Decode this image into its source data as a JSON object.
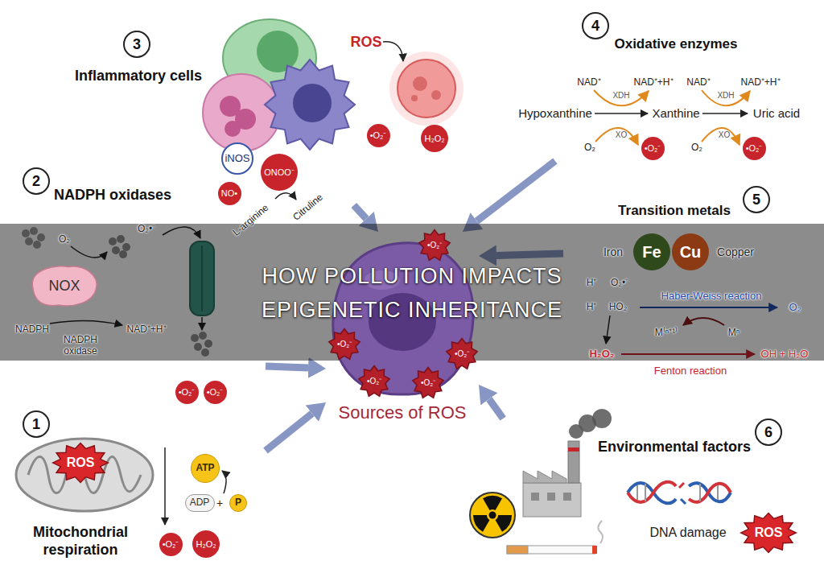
{
  "diagram": {
    "title": "HOW POLLUTION IMPACTS EPIGENETIC INHERITANCE",
    "nodes": [
      {
        "text": [
          "3",
          "Inflammatory cells"
        ]
      },
      {
        "text": [
          "iNOS"
        ],
        "in": 0
      },
      {
        "text": [
          "ONOO⁻"
        ],
        "in": 0
      },
      {
        "text": [
          "NO•"
        ],
        "in": 0
      },
      {
        "text": [
          "•O₂⁻"
        ],
        "in": 0
      },
      {
        "text": [
          "H₂O₂"
        ],
        "in": 0
      },
      {
        "text": [
          "4",
          "Oxidative enzymes"
        ]
      },
      {
        "text": [
          "•O₂⁻"
        ],
        "in": 6
      },
      {
        "text": [
          "•O₂⁻"
        ],
        "in": 6
      },
      {
        "text": [
          "2",
          "NADPH oxidases"
        ]
      },
      {
        "text": [
          "NOX"
        ],
        "in": 9
      },
      {
        "text": [
          "•O₂⁻"
        ],
        "in": 9
      },
      {
        "text": [
          "•O₂⁻"
        ],
        "in": 9
      },
      {
        "text": [
          "5",
          "Transition metals"
        ]
      },
      {
        "text": [
          "Fe"
        ],
        "in": 13
      },
      {
        "text": [
          "Cu"
        ],
        "in": 13
      },
      {
        "text": [
          "Sources of ROS"
        ]
      },
      {
        "text": [
          "•O₂⁻"
        ],
        "in": 16
      },
      {
        "text": [
          "•O₂⁻"
        ],
        "in": 16
      },
      {
        "text": [
          "•O₂⁻"
        ],
        "in": 16
      },
      {
        "text": [
          "•O₂⁻"
        ],
        "in": 16
      },
      {
        "text": [
          "•O₂⁻"
        ],
        "in": 16
      },
      {
        "text": [
          "1",
          "Mitochondrial respiration"
        ]
      },
      {
        "text": [
          "ROS"
        ],
        "in": 22
      },
      {
        "text": [
          "ATP"
        ],
        "in": 22
      },
      {
        "text": [
          "ADP"
        ],
        "in": 22
      },
      {
        "text": [
          "P"
        ],
        "in": 22
      },
      {
        "text": [
          "•O₂⁻"
        ],
        "in": 22
      },
      {
        "text": [
          "H₂O₂"
        ],
        "in": 22
      },
      {
        "text": [
          "6",
          "Environmental factors"
        ]
      },
      {
        "text": [
          "ROS"
        ],
        "in": 29
      }
    ],
    "edges": [
      {
        "from": 0,
        "to": 16,
        "arrow": "to"
      },
      {
        "from": 6,
        "to": 16,
        "arrow": "to"
      },
      {
        "from": 9,
        "to": 16,
        "arrow": "to"
      },
      {
        "from": 13,
        "to": 16,
        "arrow": "to"
      },
      {
        "from": 22,
        "to": 16,
        "arrow": "to"
      },
      {
        "from": 29,
        "to": 16,
        "arrow": "to"
      }
    ],
    "labels": [
      "ROS",
      "L-arginine",
      "Citruline",
      "NAD⁺",
      "NAD⁺+H⁺",
      "NAD⁺",
      "NAD⁺+H⁺",
      "Hypoxanthine",
      "XDH",
      "Xanthine",
      "XDH",
      "Uric acid",
      "XO",
      "XO",
      "O₂",
      "O₂",
      "O₂",
      "O₂•⁻",
      "NADPH",
      "NADPH oxidase",
      "NAD⁺+H⁺",
      "Iron",
      "Copper",
      "H⁺",
      "O₂•⁻",
      "Haber-Weiss reaction",
      "H⁺",
      "HO₂",
      "O₂",
      "M⁽ⁿ⁺¹⁾",
      "Mⁿ",
      "H₂O₂",
      "OH + H₂O",
      "Fenton reaction",
      "+",
      "DNA damage"
    ]
  }
}
